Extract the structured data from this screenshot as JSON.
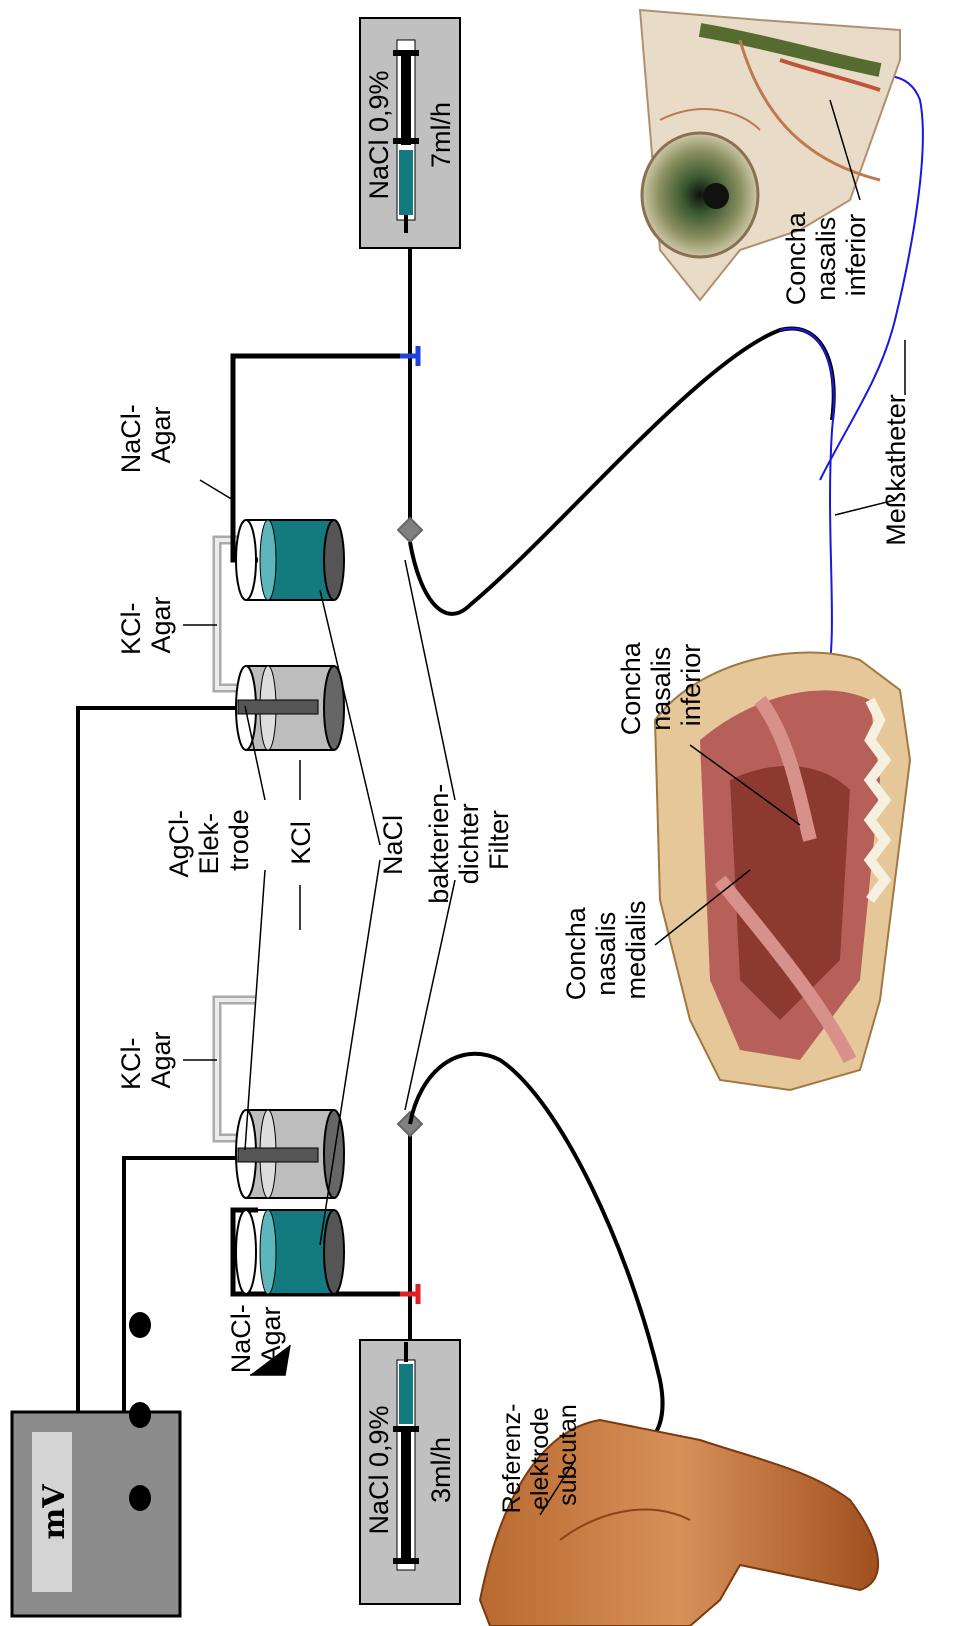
{
  "meter": {
    "display": "mV"
  },
  "pumps": {
    "top": {
      "solution": "NaCl 0,9%",
      "rate": "7ml/h"
    },
    "bottom": {
      "solution": "NaCl 0,9%",
      "rate": "3ml/h"
    }
  },
  "labels": {
    "nacl_agar_top": [
      "NaCl-",
      "Agar"
    ],
    "kcl_agar_top": [
      "KCl-",
      "Agar"
    ],
    "agcl_elektrode": [
      "AgCl-",
      "Elek-",
      "trode"
    ],
    "kcl": "KCl",
    "nacl": "NaCl",
    "filter": [
      "bakterien-",
      "dichter",
      "Filter"
    ],
    "kcl_agar_bottom": [
      "KCl-",
      "Agar"
    ],
    "nacl_agar_bottom": [
      "NaCl-",
      "Agar"
    ],
    "referenz": [
      "Referenz-",
      "elektrode",
      "subcutan"
    ],
    "concha_inferior_eye": [
      "Concha",
      "nasalis",
      "inferior"
    ],
    "messkatheter": "Meßkatheter",
    "concha_inferior_nose": [
      "Concha",
      "nasalis",
      "inferior"
    ],
    "concha_medialis": [
      "Concha",
      "nasalis",
      "medialis"
    ]
  },
  "colors": {
    "saline_teal": "#137a80",
    "kcl_gray": "#bdbdbd",
    "pump_box": "#c0c0c0",
    "meter_body": "#8c8c8c",
    "catheter_blue": "#1818e0",
    "connector_red": "#e02020",
    "connector_blue": "#2040e0"
  }
}
